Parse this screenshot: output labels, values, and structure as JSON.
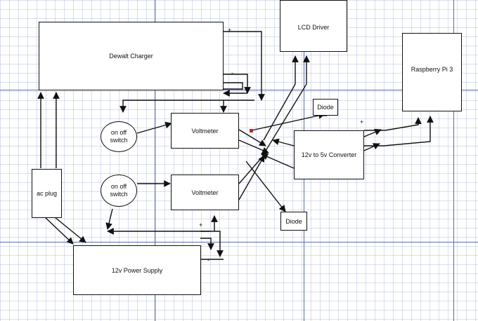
{
  "blocks": {
    "dewalt_charger": "Dewalt Charger",
    "lcd_driver": "LCD Driver",
    "raspberry_pi": "Raspberry Pi 3",
    "voltmeter_top": "Voltmeter",
    "voltmeter_bottom": "Voltmeter",
    "switch_top_line1": "on off",
    "switch_top_line2": "switch",
    "switch_bottom_line1": "on off",
    "switch_bottom_line2": "switch",
    "converter": "12v to 5v Converter",
    "ac_plug": "ac plug",
    "power_supply": "12v Power Supply",
    "diode_top": "Diode",
    "diode_bottom": "Diode"
  },
  "polarity_labels": {
    "charger_plus": "+",
    "charger_minus": "-",
    "converter_plus": "+",
    "supply_plus": "+",
    "supply_minus": "-"
  },
  "colors": {
    "line": "#111111",
    "grid_minor": "#b8c2e0",
    "grid_major": "#5b6fb0",
    "junction": "#b03020"
  }
}
